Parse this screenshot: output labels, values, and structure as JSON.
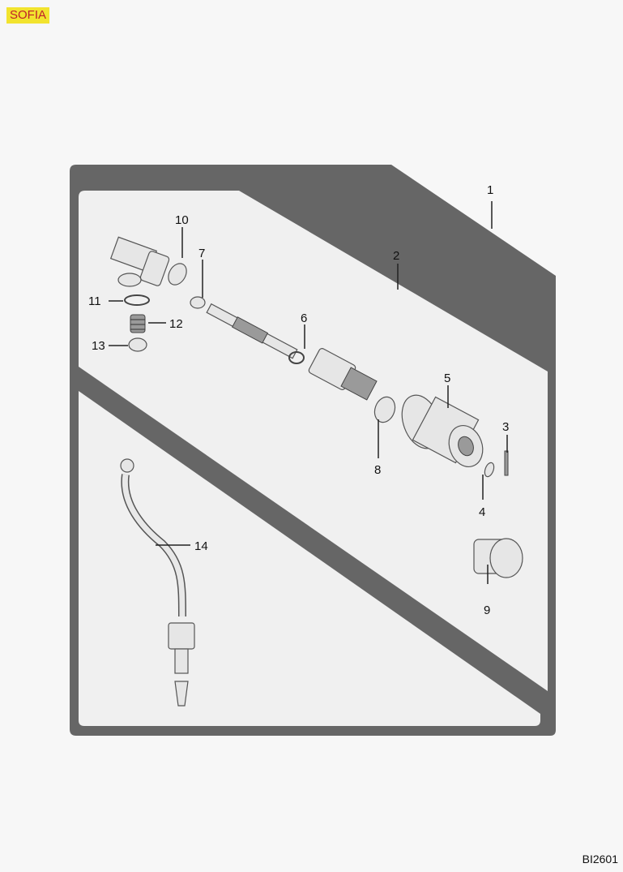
{
  "brand_label": "SOFIA",
  "diagram_code": "BI2601",
  "colors": {
    "frame": "#666666",
    "panel": "#f0f0f0",
    "brand_bg": "#f2e32e",
    "brand_text": "#c0202a"
  },
  "callouts": [
    "1",
    "2",
    "3",
    "4",
    "5",
    "6",
    "7",
    "8",
    "9",
    "10",
    "11",
    "12",
    "13",
    "14"
  ]
}
